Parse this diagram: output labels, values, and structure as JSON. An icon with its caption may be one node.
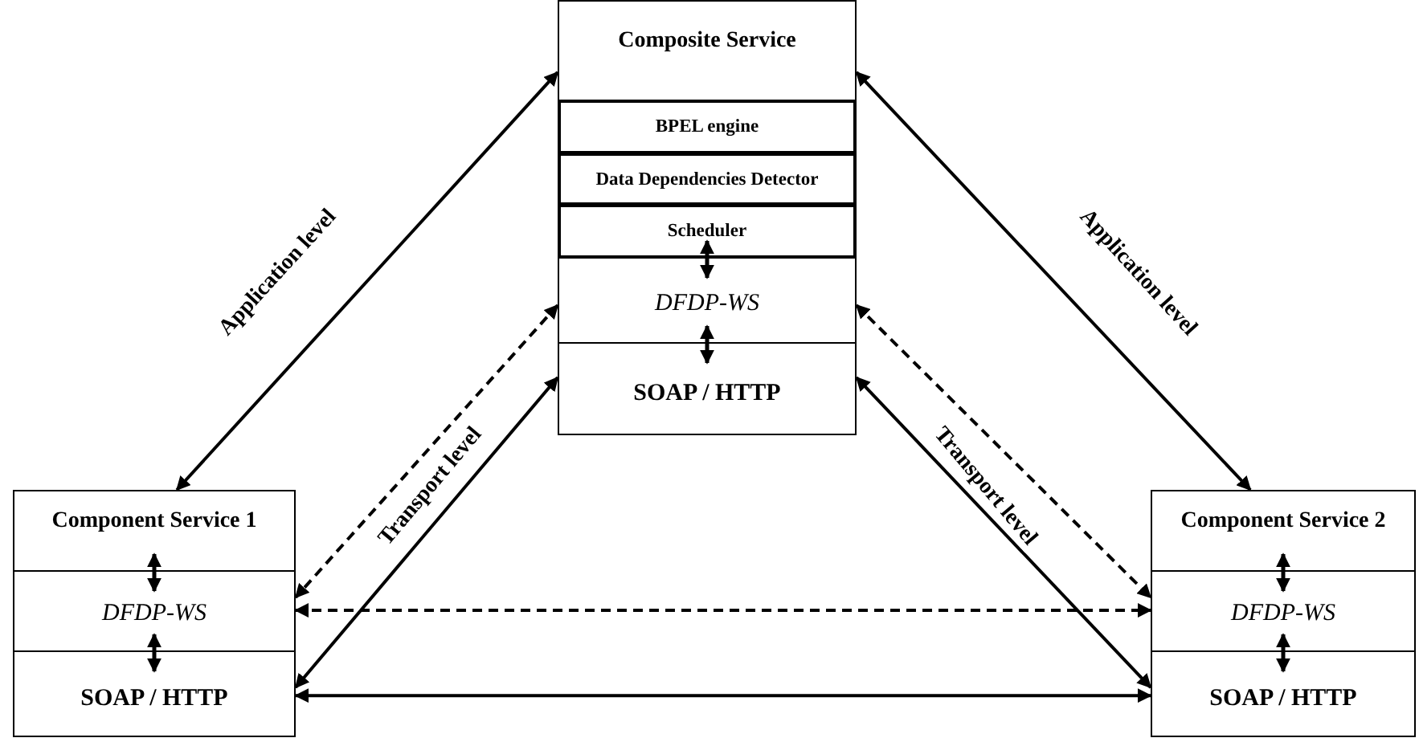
{
  "diagram": {
    "nodes": [
      {
        "text": [
          "Composite Service"
        ]
      },
      {
        "text": [
          "BPEL engine"
        ]
      },
      {
        "text": [
          "Data Dependencies Detector"
        ]
      },
      {
        "text": [
          "Scheduler"
        ]
      },
      {
        "text": [
          "DFDP-WS"
        ]
      },
      {
        "text": [
          "SOAP / HTTP"
        ]
      },
      {
        "text": [
          "Component Service 1"
        ]
      },
      {
        "text": [
          "DFDP-WS"
        ]
      },
      {
        "text": [
          "SOAP / HTTP"
        ]
      },
      {
        "text": [
          "Component Service 2"
        ]
      },
      {
        "text": [
          "DFDP-WS"
        ]
      },
      {
        "text": [
          "SOAP / HTTP"
        ]
      }
    ],
    "edges": [
      {
        "from": 0,
        "to": 6,
        "arrow": "both",
        "label": "Application level"
      },
      {
        "from": 0,
        "to": 9,
        "arrow": "both",
        "label": "Application level"
      },
      {
        "from": 4,
        "to": 7,
        "arrow": "both",
        "style": "dashed"
      },
      {
        "from": 4,
        "to": 10,
        "arrow": "both",
        "style": "dashed"
      },
      {
        "from": 7,
        "to": 10,
        "arrow": "both",
        "style": "dashed"
      },
      {
        "from": 5,
        "to": 8,
        "arrow": "both",
        "label": "Transport level"
      },
      {
        "from": 5,
        "to": 11,
        "arrow": "both",
        "label": "Transport level"
      },
      {
        "from": 8,
        "to": 11,
        "arrow": "both"
      },
      {
        "from": 3,
        "to": 4,
        "arrow": "both"
      },
      {
        "from": 4,
        "to": 5,
        "arrow": "both"
      },
      {
        "from": 6,
        "to": 7,
        "arrow": "both"
      },
      {
        "from": 7,
        "to": 8,
        "arrow": "both"
      },
      {
        "from": 9,
        "to": 10,
        "arrow": "both"
      },
      {
        "from": 10,
        "to": 11,
        "arrow": "both"
      }
    ]
  }
}
